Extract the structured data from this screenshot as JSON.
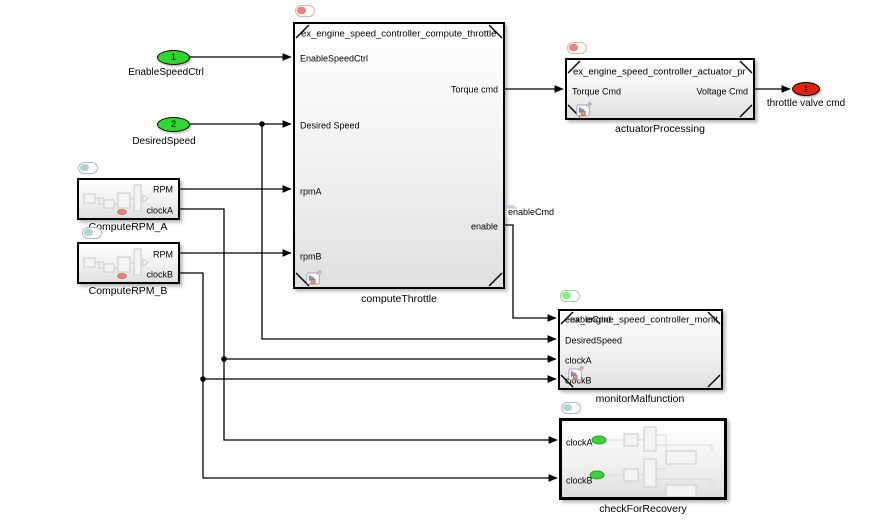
{
  "diagram": {
    "inports": [
      {
        "number": "1",
        "label": "EnableSpeedCtrl"
      },
      {
        "number": "2",
        "label": "DesiredSpeed"
      }
    ],
    "outports": [
      {
        "number": "1",
        "label": "throttle valve cmd"
      }
    ],
    "blocks": {
      "computeThrottle": {
        "title": "ex_engine_speed_controller_compute_throttle",
        "label": "computeThrottle",
        "inputs": [
          "EnableSpeedCtrl",
          "Desired Speed",
          "rpmA",
          "rpmB"
        ],
        "outputs": [
          "Torque cmd",
          "enable"
        ]
      },
      "actuatorProcessing": {
        "title": "ex_engine_speed_controller_actuator_pr",
        "label": "actuatorProcessing",
        "inputs": [
          "Torque Cmd"
        ],
        "outputs": [
          "Voltage Cmd"
        ]
      },
      "monitorMalfunction": {
        "title": "ex_engine_speed_controller_monit",
        "label": "monitorMalfunction",
        "inputs": [
          "enableCmd",
          "DesiredSpeed",
          "clockA",
          "clockB"
        ]
      },
      "computeRpmA": {
        "label": "ComputeRPM_A",
        "outputs": [
          "RPM",
          "clockA"
        ]
      },
      "computeRpmB": {
        "label": "ComputeRPM_B",
        "outputs": [
          "RPM",
          "clockB"
        ]
      },
      "checkForRecovery": {
        "label": "checkForRecovery",
        "inputs": [
          "clockA",
          "clockB"
        ]
      }
    },
    "signal_labels": {
      "enable": "enableCmd"
    },
    "colors": {
      "inport_fill": "#2fd72f",
      "outport_fill": "#e6210b",
      "badge_red": "#ee8276",
      "badge_green": "#8ce68c",
      "badge_teal": "#b7d2d0"
    }
  }
}
